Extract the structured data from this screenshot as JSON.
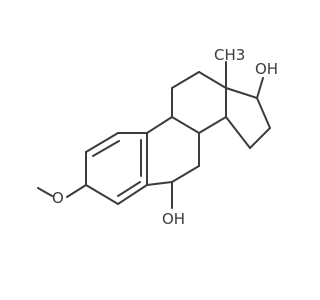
{
  "structure": {
    "labels": {
      "hydroxyl_17": "OH",
      "methyl_13": "CH3",
      "methoxy_oxygen": "O",
      "hydroxyl_6": "OH"
    }
  },
  "colors": {
    "bond": "#3c3c3c",
    "label": "#3c3c3c",
    "background": "#ffffff"
  }
}
